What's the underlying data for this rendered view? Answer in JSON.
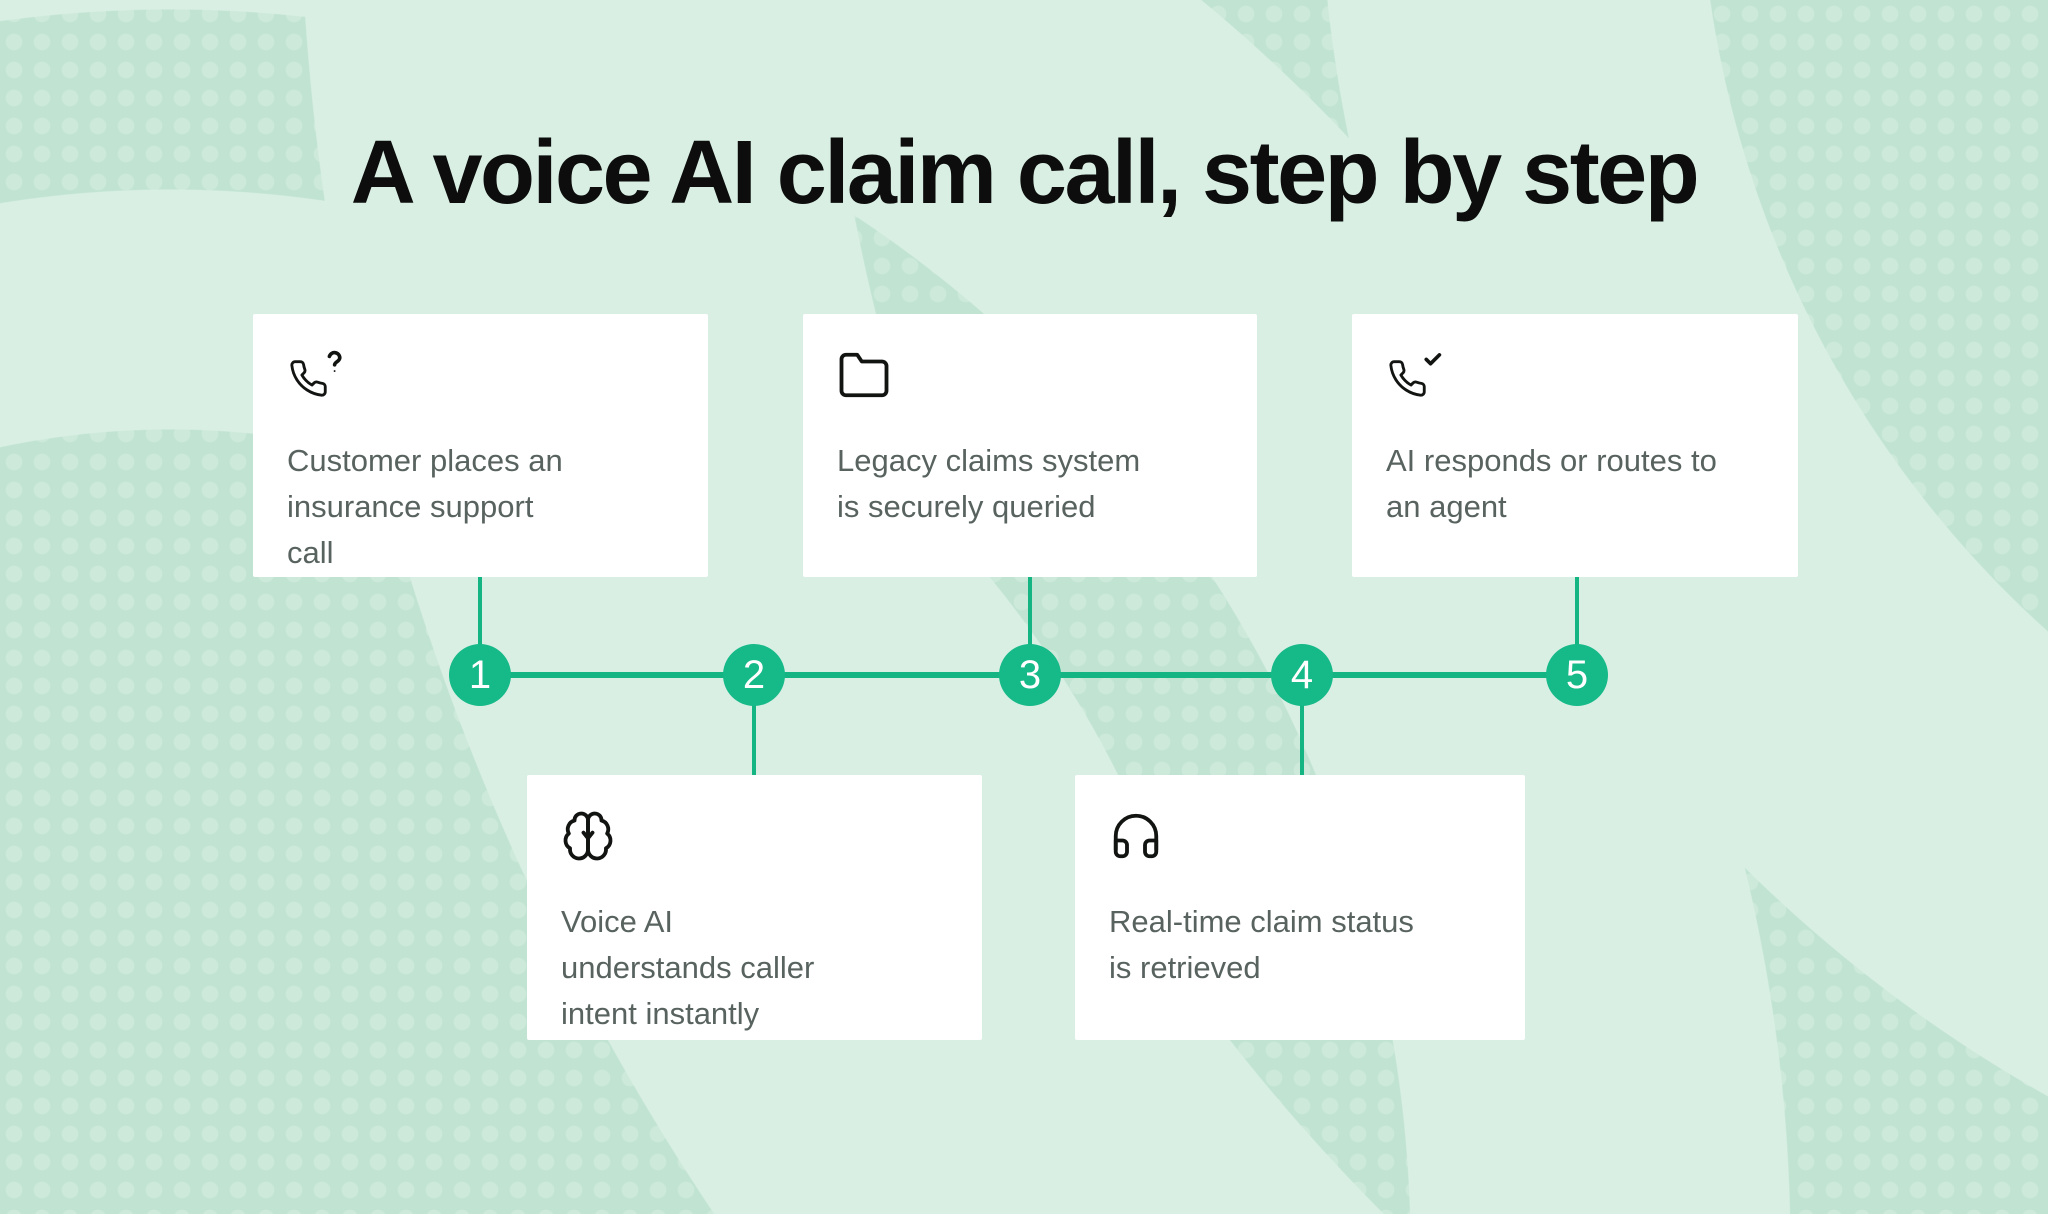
{
  "title": "A voice AI claim call, step by step",
  "colors": {
    "background_mint": "#c1e3d2",
    "background_band_light": "#d9efe4",
    "background_dots": "#cde9da",
    "accent_green": "#16b988",
    "connector_green": "#14b583",
    "card_background": "#ffffff",
    "card_text": "#586360",
    "title_text": "#0c0d0c",
    "icon_stroke": "#121412"
  },
  "steps": [
    {
      "number": "1",
      "icon": "phone-question-icon",
      "text": "Customer places an\ninsurance support\ncall"
    },
    {
      "number": "2",
      "icon": "brain-icon",
      "text": "Voice AI\nunderstands caller\nintent instantly"
    },
    {
      "number": "3",
      "icon": "folder-icon",
      "text": "Legacy claims system\nis securely queried"
    },
    {
      "number": "4",
      "icon": "headphones-icon",
      "text": "Real-time claim status\nis retrieved"
    },
    {
      "number": "5",
      "icon": "phone-check-icon",
      "text": "AI responds or routes to\nan agent"
    }
  ]
}
